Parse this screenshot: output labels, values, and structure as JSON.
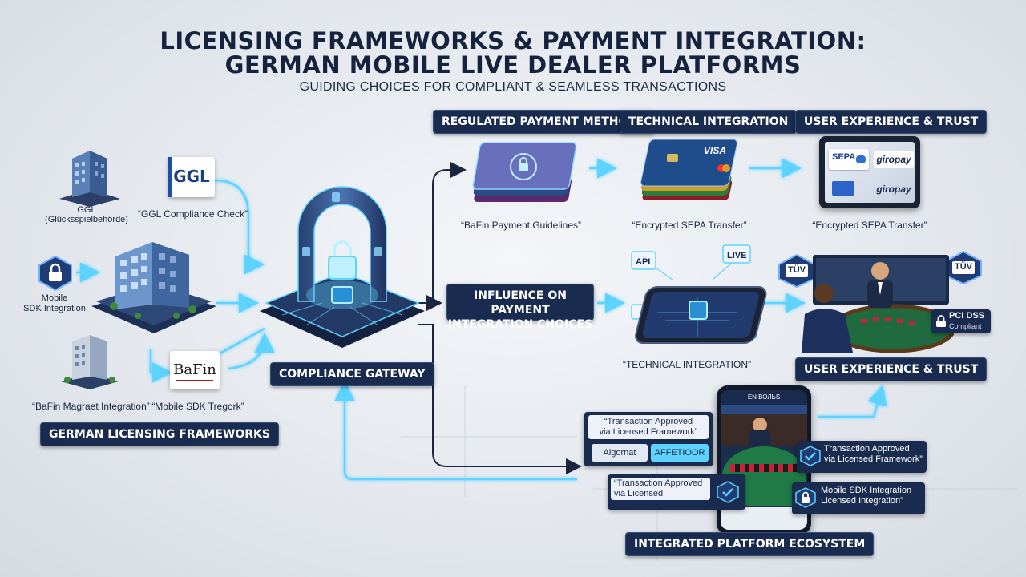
{
  "header": {
    "title_line1": "LICENSING FRAMEWORKS & PAYMENT INTEGRATION:",
    "title_line2": "GERMAN MOBILE LIVE DEALER PLATFORMS",
    "subtitle": "GUIDING CHOICES FOR COMPLIANT & SEAMLESS TRANSACTIONS"
  },
  "left": {
    "ggl_caption": "GGL\n(Glücksspielbehörde)",
    "ggl_logo": "GGL",
    "ggl_check": "“GGL Compliance Check”",
    "mobile_sdk": "Mobile\nSDK Integration",
    "bafin_logo": "BaFin",
    "bafin_mag": "“BaFin Magraet Integration”",
    "mobile_sdk_treg": "“Mobile SDK Tregork”",
    "section_label": "GERMAN LICENSING FRAMEWORKS"
  },
  "center": {
    "gateway_label": "COMPLIANCE GATEWAY"
  },
  "headers": {
    "regulated": "REGULATED PAYMENT METHODS",
    "technical": "TECHNICAL INTEGRATION",
    "ux": "USER EXPERIENCE & TRUST"
  },
  "row1": {
    "bafin_guidelines": "“BaFin Payment Guidelines”",
    "sepa1": "“Encrypted SEPA Transfer”",
    "sepa2": "“Encrypted SEPA Transfer”",
    "visa": "VISA",
    "sepa_logo": "SEPA",
    "giropay1": "giropay",
    "giropay2": "giropay"
  },
  "row2": {
    "influence_line1": "INFLUENCE ON PAYMENT",
    "influence_line2": "INTEGRATION CHOICES",
    "tech_caption": "“TECHNICAL INTEGRATION”",
    "api": "API",
    "live": "LIVE",
    "tuv": "TÜV",
    "pci_line1": "PCI DSS",
    "pci_line2": "Compliant",
    "ux_label": "USER EXPERIENCE & TRUST"
  },
  "bottom": {
    "approved_top_line1": "“Transaction Approved",
    "approved_top_line2": "via Licensed Framework”",
    "btn_left": "Algornat",
    "btn_right": "AFFETIOOR",
    "approved_left_line1": "“Transaction Approved",
    "approved_left_line2": "via Licensed Framework”",
    "approved_right_line1": "Transaction Approved",
    "approved_right_line2": "via Licensed Framework”",
    "sdk_right_line1": "Mobile SDK Integration",
    "sdk_right_line2": "Licensed Integration”",
    "phone_header": "EN ВОЛЬS",
    "ecosystem_label": "INTEGRATED PLATFORM ECOSYSTEM"
  },
  "colors": {
    "navy": "#1a2b50",
    "glow": "#5fd3ff",
    "arrow": "#1a2540"
  }
}
